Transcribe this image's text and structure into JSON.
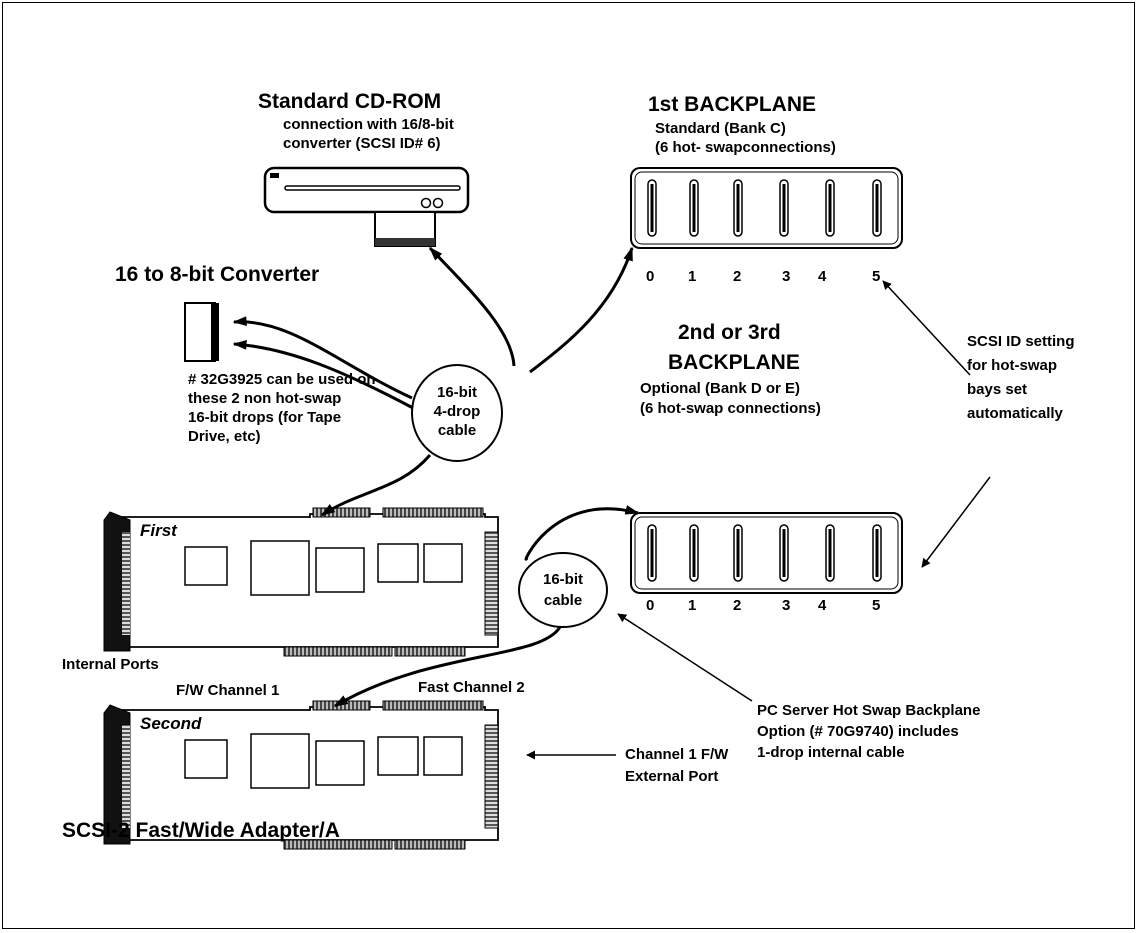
{
  "cdrom": {
    "title": "Standard CD-ROM",
    "line1": "connection with 16/8-bit",
    "line2": "converter (SCSI ID# 6)"
  },
  "backplane1": {
    "title": "1st BACKPLANE",
    "line1": "Standard (Bank C)",
    "line2": "(6 hot- swapconnections)",
    "ids": [
      "0",
      "1",
      "2",
      "3",
      "4",
      "5"
    ]
  },
  "converter": {
    "title": "16 to 8-bit Converter",
    "note": [
      "# 32G3925 can be used on",
      "these 2 non hot-swap",
      "16-bit drops (for Tape",
      "Drive, etc)"
    ]
  },
  "cable_main": {
    "line1": "16-bit",
    "line2": "4-drop",
    "line3": "cable"
  },
  "backplane2": {
    "title1": "2nd or 3rd",
    "title2": "BACKPLANE",
    "line1": "Optional (Bank D or E)",
    "line2": "(6 hot-swap connections)",
    "ids": [
      "0",
      "1",
      "2",
      "3",
      "4",
      "5"
    ]
  },
  "scsi_note": [
    "SCSI ID setting",
    "for hot-swap",
    "bays set",
    "automatically"
  ],
  "cable_small": {
    "line1": "16-bit",
    "line2": "cable"
  },
  "adapters": {
    "first_label": "First",
    "second_label": "Second",
    "internal_ports": "Internal Ports",
    "fw_channel1": "F/W Channel 1",
    "fast_channel2": "Fast Channel 2",
    "external_port": [
      "Channel 1 F/W",
      "External Port"
    ],
    "caption": "SCSI-2 Fast/Wide Adapter/A"
  },
  "option_note": [
    "PC Server Hot Swap Backplane",
    "Option (# 70G9740) includes",
    "1-drop internal cable"
  ]
}
